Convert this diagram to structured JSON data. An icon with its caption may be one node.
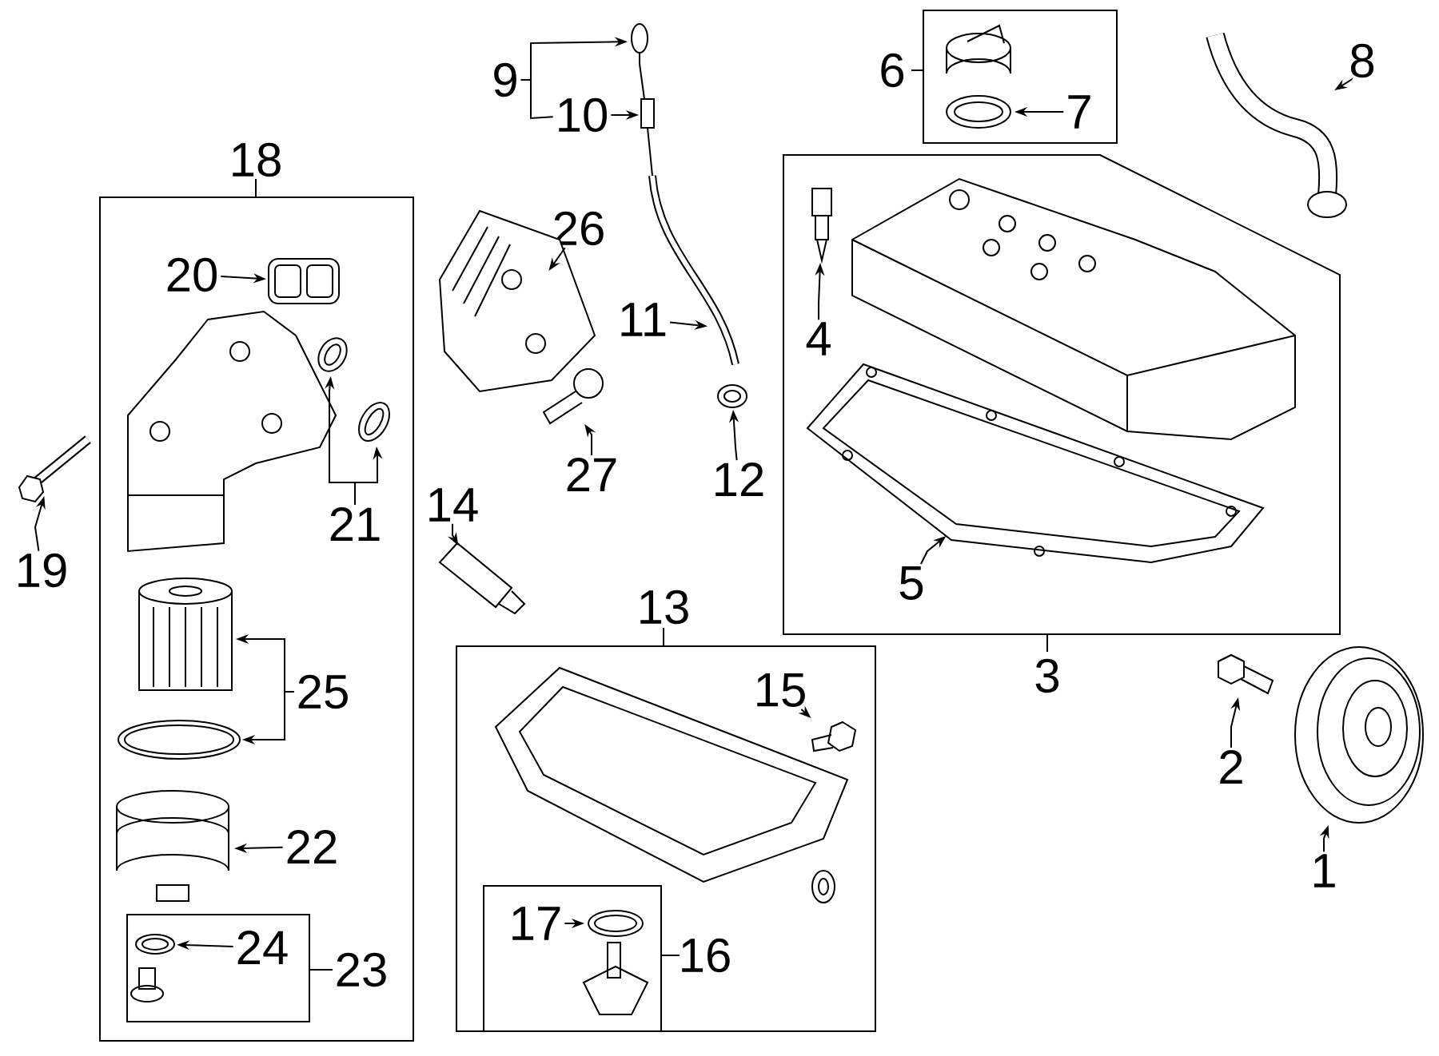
{
  "diagram": {
    "nodes": [
      {
        "text": [
          "1"
        ]
      },
      {
        "text": [],
        "shape": "picture"
      },
      {
        "text": [
          "2"
        ]
      },
      {
        "text": [],
        "shape": "picture"
      },
      {
        "text": [
          "3"
        ]
      },
      {
        "text": [
          "4"
        ],
        "in": 4
      },
      {
        "text": [],
        "shape": "picture",
        "in": 4
      },
      {
        "text": [
          "5"
        ],
        "in": 4
      },
      {
        "text": [],
        "shape": "picture",
        "in": 4
      },
      {
        "text": [
          "6"
        ]
      },
      {
        "text": [
          "7"
        ],
        "in": 9
      },
      {
        "text": [],
        "shape": "picture",
        "in": 9
      },
      {
        "text": [
          "8"
        ]
      },
      {
        "text": [],
        "shape": "picture"
      },
      {
        "text": [
          "9"
        ]
      },
      {
        "text": [],
        "shape": "picture"
      },
      {
        "text": [
          "10"
        ]
      },
      {
        "text": [],
        "shape": "picture"
      },
      {
        "text": [
          "11"
        ]
      },
      {
        "text": [],
        "shape": "picture"
      },
      {
        "text": [
          "12"
        ]
      },
      {
        "text": [],
        "shape": "picture"
      },
      {
        "text": [
          "26"
        ]
      },
      {
        "text": [],
        "shape": "picture"
      },
      {
        "text": [
          "27"
        ]
      },
      {
        "text": [],
        "shape": "picture"
      },
      {
        "text": [
          "14"
        ]
      },
      {
        "text": [],
        "shape": "picture"
      },
      {
        "text": [
          "18"
        ]
      },
      {
        "text": [
          "20"
        ],
        "in": 28
      },
      {
        "text": [],
        "shape": "picture",
        "in": 28
      },
      {
        "text": [
          "21"
        ],
        "in": 28
      },
      {
        "text": [],
        "shape": "picture",
        "in": 28
      },
      {
        "text": [],
        "shape": "picture",
        "in": 28
      },
      {
        "text": [
          "25"
        ],
        "in": 28
      },
      {
        "text": [],
        "shape": "picture",
        "in": 28
      },
      {
        "text": [],
        "shape": "picture",
        "in": 28
      },
      {
        "text": [
          "22"
        ],
        "in": 28
      },
      {
        "text": [],
        "shape": "picture",
        "in": 28
      },
      {
        "text": [
          "23"
        ],
        "in": 28
      },
      {
        "text": [
          "24"
        ],
        "in": 39
      },
      {
        "text": [],
        "shape": "picture",
        "in": 39
      },
      {
        "text": [
          "19"
        ]
      },
      {
        "text": [],
        "shape": "picture"
      },
      {
        "text": [
          "13"
        ]
      },
      {
        "text": [
          "15"
        ],
        "in": 44
      },
      {
        "text": [],
        "shape": "picture",
        "in": 44
      },
      {
        "text": [
          "16"
        ],
        "in": 44
      },
      {
        "text": [
          "17"
        ],
        "in": 47
      },
      {
        "text": [],
        "shape": "picture",
        "in": 47
      }
    ],
    "edges": [
      {
        "from": 0,
        "to": 1,
        "arrow": "to"
      },
      {
        "from": 2,
        "to": 3,
        "arrow": "to"
      },
      {
        "from": 5,
        "to": 6,
        "arrow": "to"
      },
      {
        "from": 7,
        "to": 8,
        "arrow": "to"
      },
      {
        "from": 10,
        "to": 11,
        "arrow": "to"
      },
      {
        "from": 12,
        "to": 13,
        "arrow": "to"
      },
      {
        "from": 14,
        "to": 15,
        "arrow": "to"
      },
      {
        "from": 14,
        "to": 16,
        "arrow": "none"
      },
      {
        "from": 16,
        "to": 17,
        "arrow": "to"
      },
      {
        "from": 18,
        "to": 19,
        "arrow": "to"
      },
      {
        "from": 20,
        "to": 21,
        "arrow": "to"
      },
      {
        "from": 22,
        "to": 23,
        "arrow": "to"
      },
      {
        "from": 24,
        "to": 25,
        "arrow": "to"
      },
      {
        "from": 26,
        "to": 27,
        "arrow": "to"
      },
      {
        "from": 29,
        "to": 30,
        "arrow": "to"
      },
      {
        "from": 31,
        "to": 32,
        "arrow": "to"
      },
      {
        "from": 31,
        "to": 33,
        "arrow": "to"
      },
      {
        "from": 34,
        "to": 35,
        "arrow": "to"
      },
      {
        "from": 34,
        "to": 36,
        "arrow": "to"
      },
      {
        "from": 37,
        "to": 38,
        "arrow": "to"
      },
      {
        "from": 40,
        "to": 41,
        "arrow": "to"
      },
      {
        "from": 42,
        "to": 43,
        "arrow": "to"
      },
      {
        "from": 45,
        "to": 46,
        "arrow": "to"
      },
      {
        "from": 48,
        "to": 49,
        "arrow": "to"
      }
    ]
  }
}
